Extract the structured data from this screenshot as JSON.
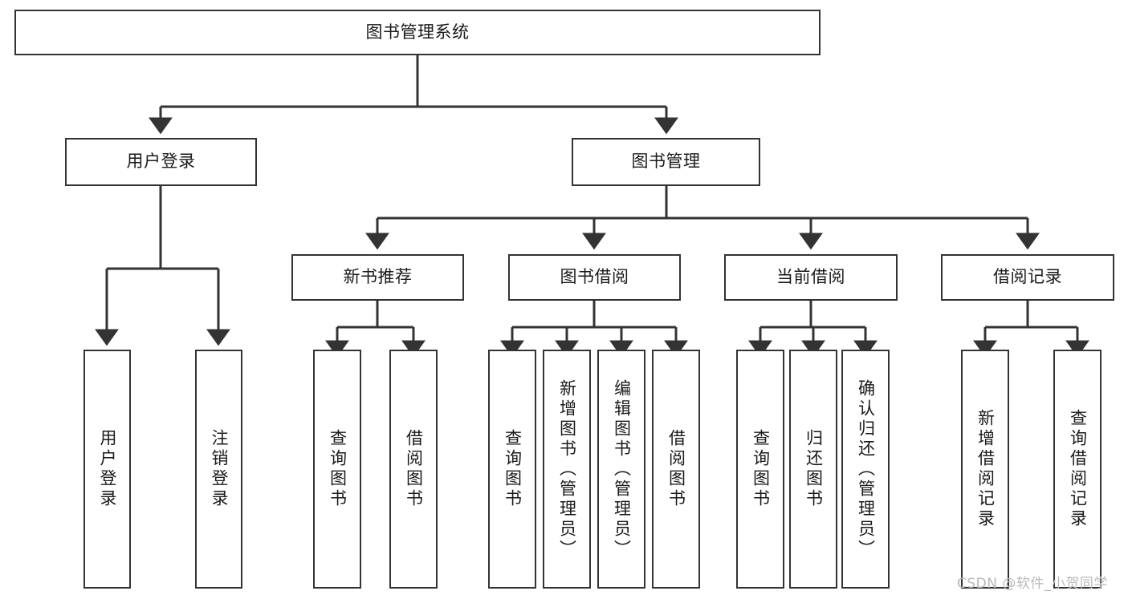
{
  "diagram": {
    "type": "hierarchy-tree",
    "title": "图书管理系统",
    "colors": {
      "stroke": "#333333",
      "box_fill": "#ffffff",
      "text": "#1a1a1a",
      "background": "#ffffff",
      "watermark": "#b9b9b9"
    },
    "nodes": {
      "root": {
        "label": "图书管理系统",
        "level": 0,
        "orientation": "horizontal"
      },
      "user_login": {
        "label": "用户登录",
        "level": 1,
        "orientation": "horizontal"
      },
      "book_manage": {
        "label": "图书管理",
        "level": 1,
        "orientation": "horizontal"
      },
      "new_book_rec": {
        "label": "新书推荐",
        "level": 2,
        "orientation": "horizontal"
      },
      "book_borrow": {
        "label": "图书借阅",
        "level": 2,
        "orientation": "horizontal"
      },
      "current_borrow": {
        "label": "当前借阅",
        "level": 2,
        "orientation": "horizontal"
      },
      "borrow_record": {
        "label": "借阅记录",
        "level": 2,
        "orientation": "horizontal"
      },
      "leaf_user_login": {
        "label": "用户登录",
        "level": 2,
        "orientation": "vertical"
      },
      "leaf_logout": {
        "label": "注销登录",
        "level": 2,
        "orientation": "vertical"
      },
      "leaf_query_book_1": {
        "label": "查询图书",
        "level": 3,
        "orientation": "vertical"
      },
      "leaf_borrow_book_1": {
        "label": "借阅图书",
        "level": 3,
        "orientation": "vertical"
      },
      "leaf_query_book_2": {
        "label": "查询图书",
        "level": 3,
        "orientation": "vertical"
      },
      "leaf_add_book": {
        "label": "新增图书（管理员）",
        "level": 3,
        "orientation": "vertical"
      },
      "leaf_edit_book": {
        "label": "编辑图书（管理员）",
        "level": 3,
        "orientation": "vertical"
      },
      "leaf_borrow_book_2": {
        "label": "借阅图书",
        "level": 3,
        "orientation": "vertical"
      },
      "leaf_query_book_3": {
        "label": "查询图书",
        "level": 3,
        "orientation": "vertical"
      },
      "leaf_return_book": {
        "label": "归还图书",
        "level": 3,
        "orientation": "vertical"
      },
      "leaf_confirm_return": {
        "label": "确认归还（管理员）",
        "level": 3,
        "orientation": "vertical"
      },
      "leaf_add_record": {
        "label": "新增借阅记录",
        "level": 3,
        "orientation": "vertical"
      },
      "leaf_query_record": {
        "label": "查询借阅记录",
        "level": 3,
        "orientation": "vertical"
      }
    },
    "edges": [
      {
        "from": "root",
        "to": "user_login"
      },
      {
        "from": "root",
        "to": "book_manage"
      },
      {
        "from": "user_login",
        "to": "leaf_user_login"
      },
      {
        "from": "user_login",
        "to": "leaf_logout"
      },
      {
        "from": "book_manage",
        "to": "new_book_rec"
      },
      {
        "from": "book_manage",
        "to": "book_borrow"
      },
      {
        "from": "book_manage",
        "to": "current_borrow"
      },
      {
        "from": "book_manage",
        "to": "borrow_record"
      },
      {
        "from": "new_book_rec",
        "to": "leaf_query_book_1"
      },
      {
        "from": "new_book_rec",
        "to": "leaf_borrow_book_1"
      },
      {
        "from": "book_borrow",
        "to": "leaf_query_book_2"
      },
      {
        "from": "book_borrow",
        "to": "leaf_add_book"
      },
      {
        "from": "book_borrow",
        "to": "leaf_edit_book"
      },
      {
        "from": "book_borrow",
        "to": "leaf_borrow_book_2"
      },
      {
        "from": "current_borrow",
        "to": "leaf_query_book_3"
      },
      {
        "from": "current_borrow",
        "to": "leaf_return_book"
      },
      {
        "from": "current_borrow",
        "to": "leaf_confirm_return"
      },
      {
        "from": "borrow_record",
        "to": "leaf_add_record"
      },
      {
        "from": "borrow_record",
        "to": "leaf_query_record"
      }
    ]
  },
  "watermark": {
    "text": "CSDN @软件_小贺同学"
  }
}
